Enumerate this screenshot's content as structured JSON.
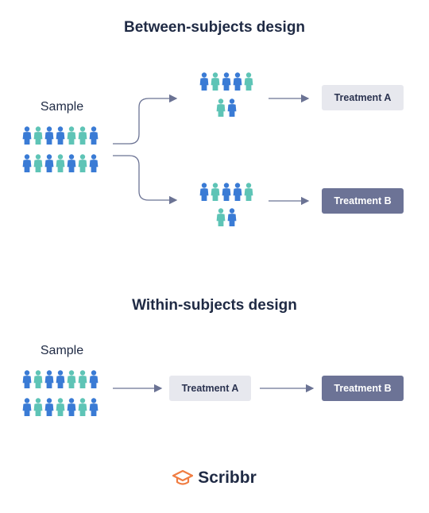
{
  "between": {
    "title": "Between-subjects design",
    "sample_label": "Sample",
    "treatment_a": "Treatment A",
    "treatment_b": "Treatment B"
  },
  "within": {
    "title": "Within-subjects design",
    "sample_label": "Sample",
    "treatment_a": "Treatment A",
    "treatment_b": "Treatment B"
  },
  "brand": {
    "name": "Scribbr",
    "logo_icon": "graduation-cap-icon"
  },
  "colors": {
    "person_blue": "#3a7bd5",
    "person_teal": "#5ec4b6",
    "arrow": "#6b7394",
    "logo_orange": "#f07d42",
    "text_dark": "#1f2a44"
  }
}
